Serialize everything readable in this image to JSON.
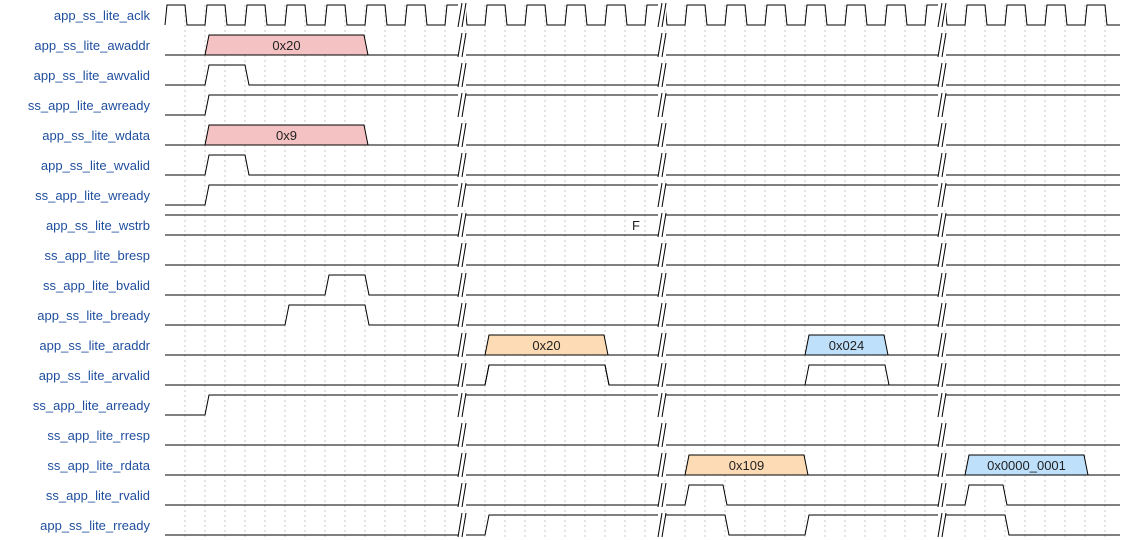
{
  "timing_diagram": {
    "signals": [
      {
        "name": "app_ss_lite_aclk",
        "type": "clock"
      },
      {
        "name": "app_ss_lite_awaddr",
        "type": "bus",
        "values": [
          {
            "value": "0x20",
            "fill": "#f4c2c2"
          }
        ]
      },
      {
        "name": "app_ss_lite_awvalid",
        "type": "wire"
      },
      {
        "name": "ss_app_lite_awready",
        "type": "wire"
      },
      {
        "name": "app_ss_lite_wdata",
        "type": "bus",
        "values": [
          {
            "value": "0x9",
            "fill": "#f4c2c2"
          }
        ]
      },
      {
        "name": "app_ss_lite_wvalid",
        "type": "wire"
      },
      {
        "name": "ss_app_lite_wready",
        "type": "wire"
      },
      {
        "name": "app_ss_lite_wstrb",
        "type": "bus",
        "values": [
          {
            "value": "F",
            "fill": "none"
          }
        ]
      },
      {
        "name": "ss_app_lite_bresp",
        "type": "wire"
      },
      {
        "name": "ss_app_lite_bvalid",
        "type": "wire"
      },
      {
        "name": "app_ss_lite_bready",
        "type": "wire"
      },
      {
        "name": "app_ss_lite_araddr",
        "type": "bus",
        "values": [
          {
            "value": "0x20",
            "fill": "#fddcb5"
          },
          {
            "value": "0x024",
            "fill": "#bfe0fb"
          }
        ]
      },
      {
        "name": "app_ss_lite_arvalid",
        "type": "wire"
      },
      {
        "name": "ss_app_lite_arready",
        "type": "wire"
      },
      {
        "name": "ss_app_lite_rresp",
        "type": "wire"
      },
      {
        "name": "ss_app_lite_rdata",
        "type": "bus",
        "values": [
          {
            "value": "0x109",
            "fill": "#fddcb5"
          },
          {
            "value": "0x0000_0001",
            "fill": "#bfe0fb"
          }
        ]
      },
      {
        "name": "ss_app_lite_rvalid",
        "type": "wire"
      },
      {
        "name": "app_ss_lite_rready",
        "type": "wire"
      }
    ],
    "colors": {
      "label": "#1f4e9e",
      "wave": "#000000",
      "grid": "#c8c8c8"
    }
  }
}
